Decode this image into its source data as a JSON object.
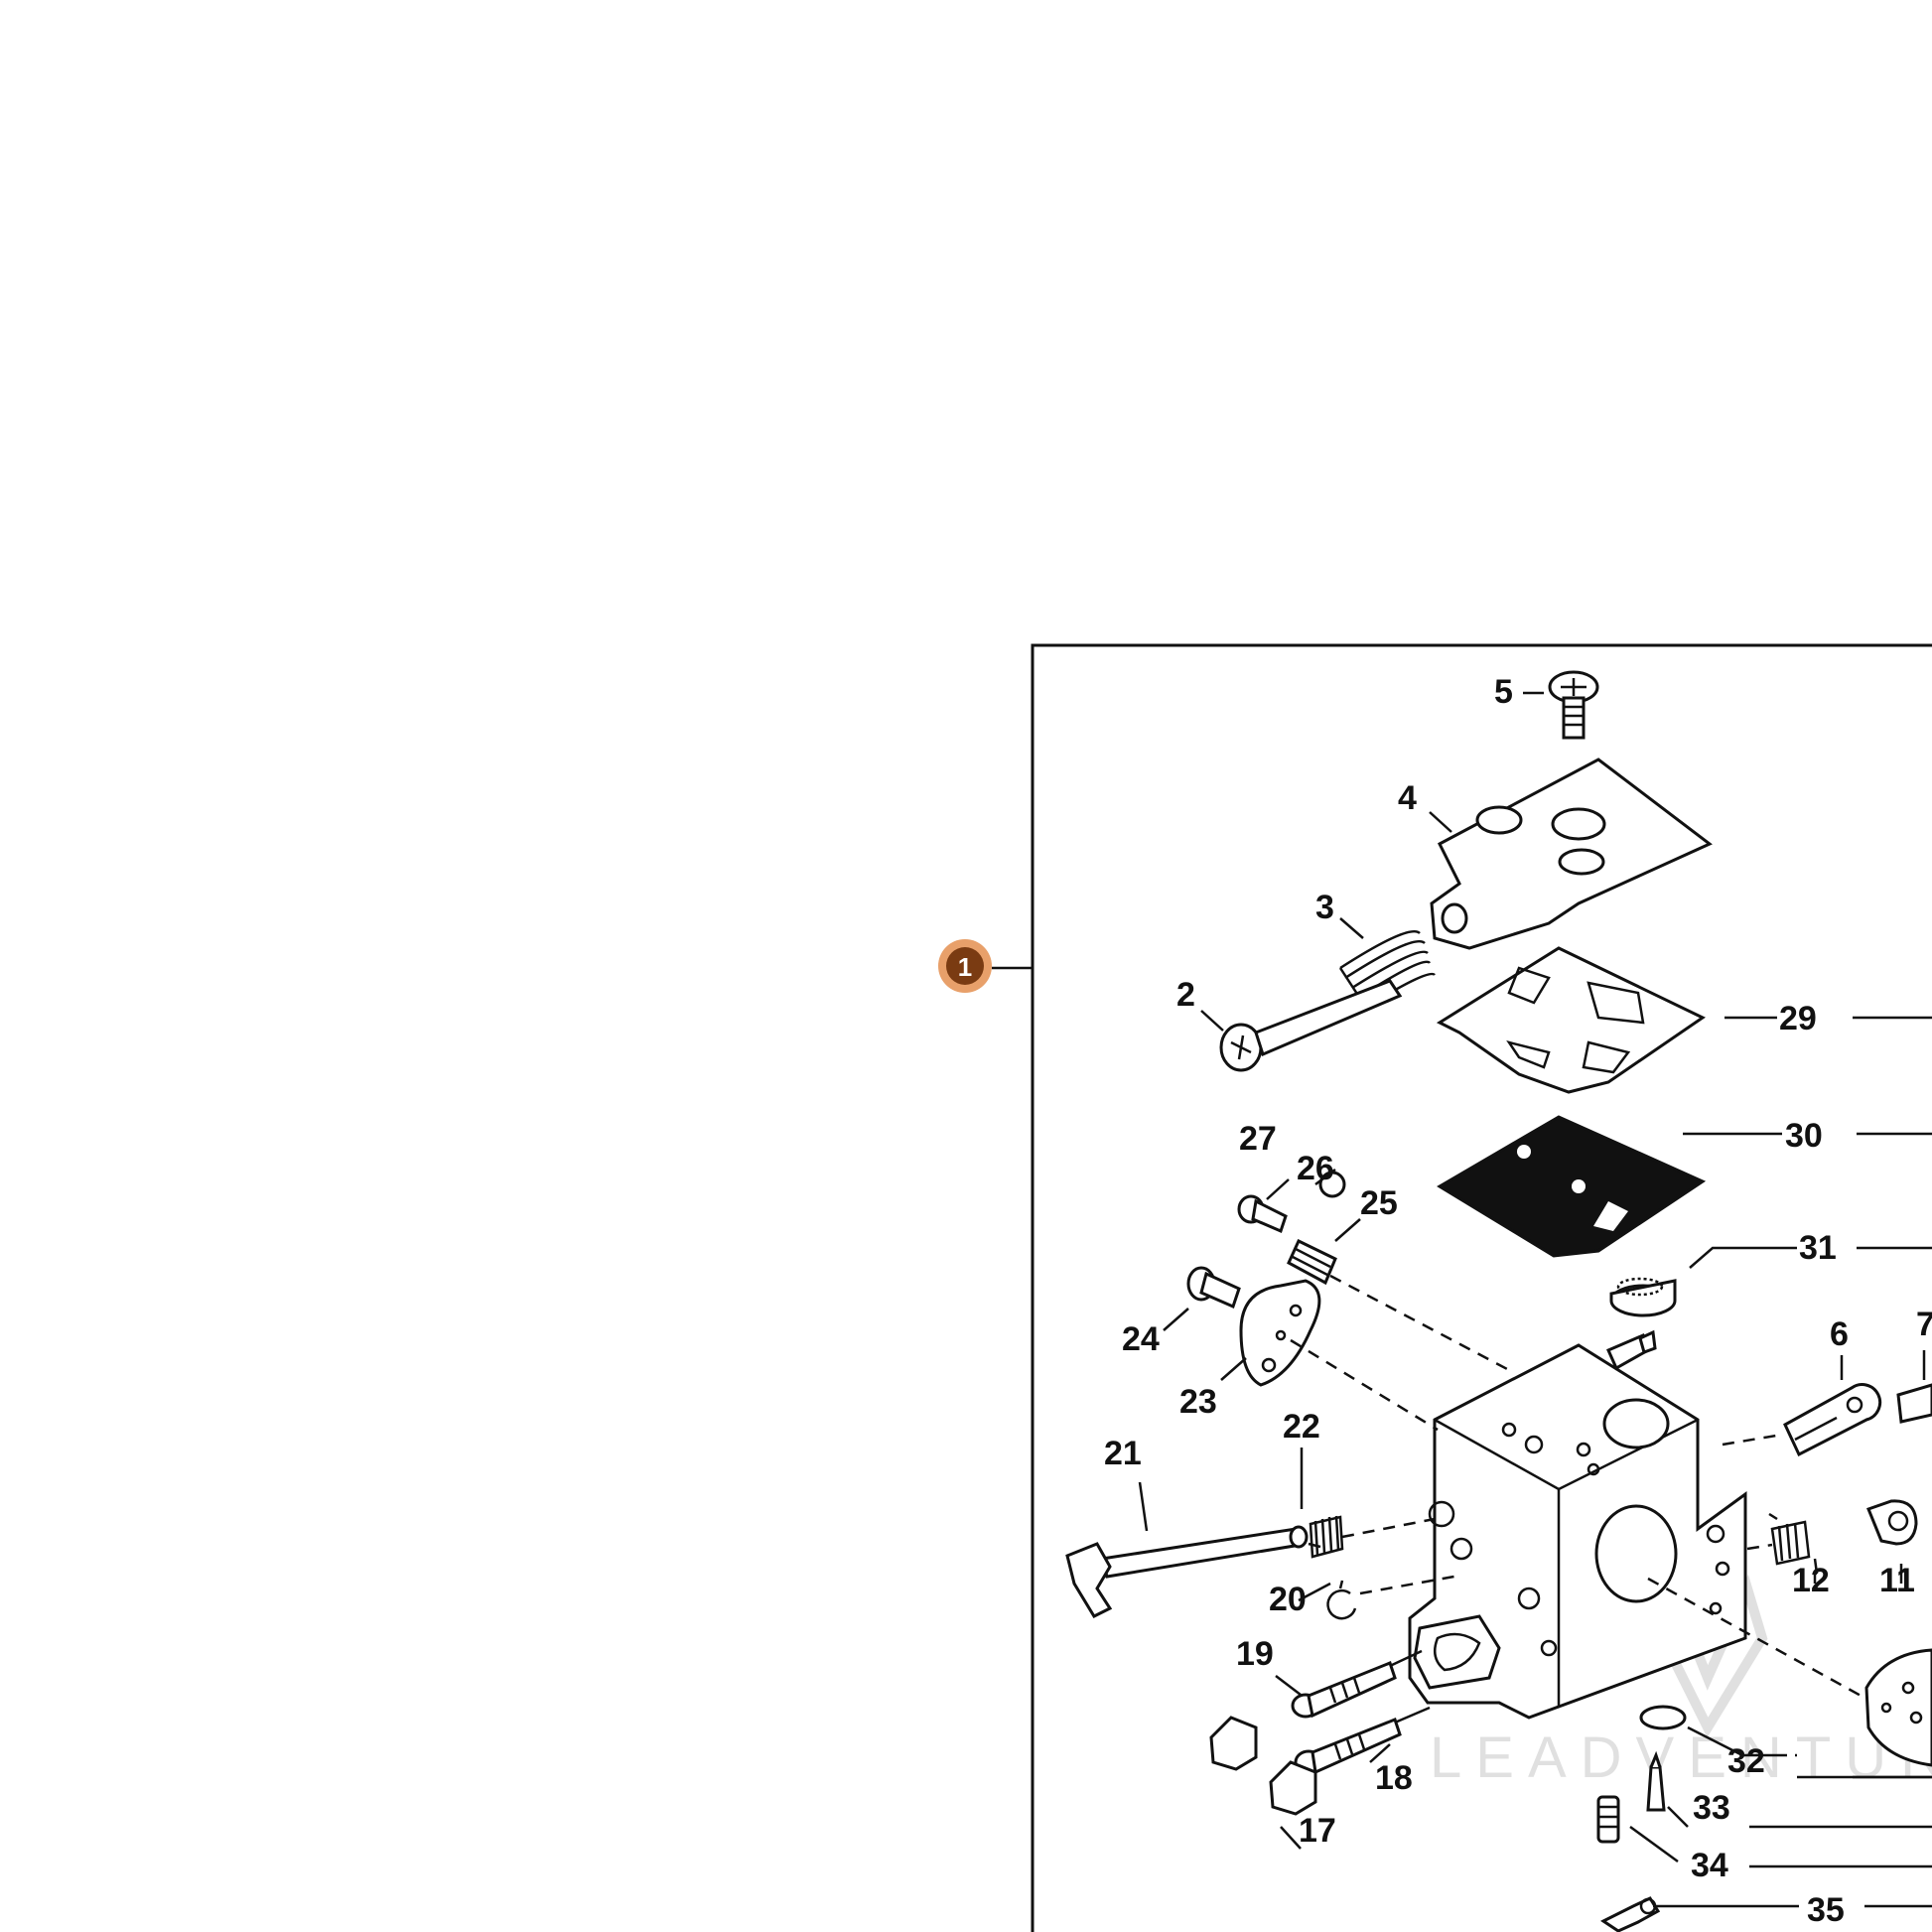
{
  "hotspot": {
    "label": "1",
    "fill": "#7a3b12",
    "ring": "#e8a06a"
  },
  "callouts": [
    "2",
    "3",
    "4",
    "5",
    "6",
    "7",
    "11",
    "12",
    "17",
    "18",
    "19",
    "20",
    "21",
    "22",
    "23",
    "24",
    "25",
    "26",
    "27",
    "29",
    "30",
    "31",
    "32",
    "33",
    "34",
    "35"
  ],
  "watermark": "LEADVENTURE"
}
